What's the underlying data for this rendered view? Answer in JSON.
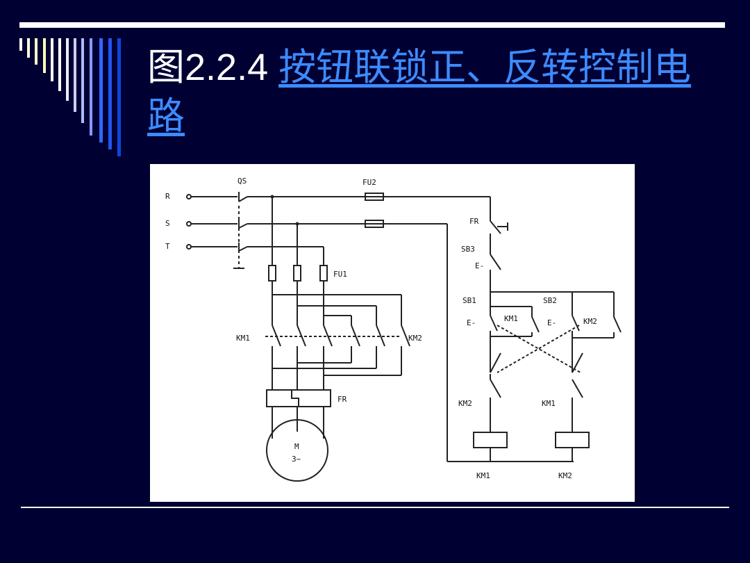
{
  "slide": {
    "title_prefix": "图2.2.4 ",
    "title_link": "按钮联锁正、反转控制电路"
  },
  "diagram": {
    "labels": {
      "R": "R",
      "S": "S",
      "T": "T",
      "QS": "QS",
      "FU2": "FU2",
      "FU1": "FU1",
      "FR_top": "FR",
      "FR_main": "FR",
      "SB3": "SB3",
      "SB1": "SB1",
      "SB2": "SB2",
      "E1": "E-",
      "E2": "E-",
      "E3": "E-",
      "KM1_hold": "KM1",
      "KM2_hold": "KM2",
      "KM1_main": "KM1",
      "KM2_main": "KM2",
      "KM2_inter": "KM2",
      "KM1_inter": "KM1",
      "KM1_coil": "KM1",
      "KM2_coil": "KM2",
      "motor_M": "M",
      "motor_3": "3~"
    }
  },
  "colors": {
    "background": "#000033",
    "title_text": "#ffffff",
    "title_link": "#3d8bff",
    "rule": "#ffffff"
  }
}
